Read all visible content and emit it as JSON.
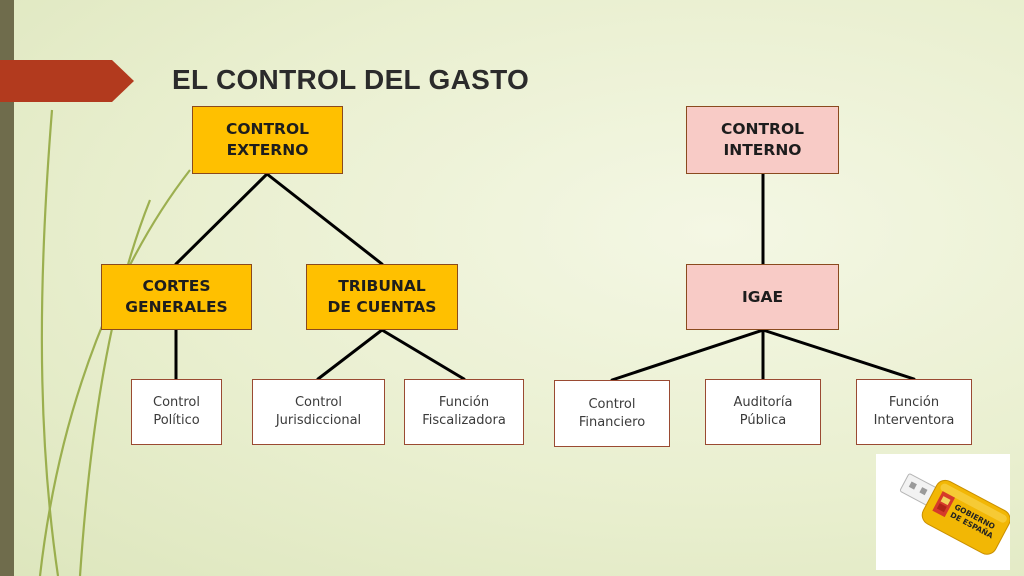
{
  "title": "EL CONTROL DEL GASTO",
  "boxes": {
    "control_externo": "CONTROL\nEXTERNO",
    "control_interno": "CONTROL\nINTERNO",
    "cortes_generales": "CORTES\nGENERALES",
    "tribunal_cuentas": "TRIBUNAL\nDE CUENTAS",
    "igae": "IGAE",
    "control_politico": "Control\nPolítico",
    "control_jurisdiccional": "Control\nJurisdiccional",
    "funcion_fiscalizadora": "Función\nFiscalizadora",
    "control_financiero": "Control\nFinanciero",
    "auditoria_publica": "Auditoría\nPública",
    "funcion_interventora": "Función\nInterventora"
  },
  "logo_text": [
    "GOBIERNO",
    "DE ESPAÑA"
  ],
  "colors": {
    "externo_fill": "#ffc000",
    "interno_fill": "#f8cbc6",
    "accent_arrow": "#b23a1e",
    "side_bar": "#6f6c4c",
    "connector": "#000000"
  }
}
